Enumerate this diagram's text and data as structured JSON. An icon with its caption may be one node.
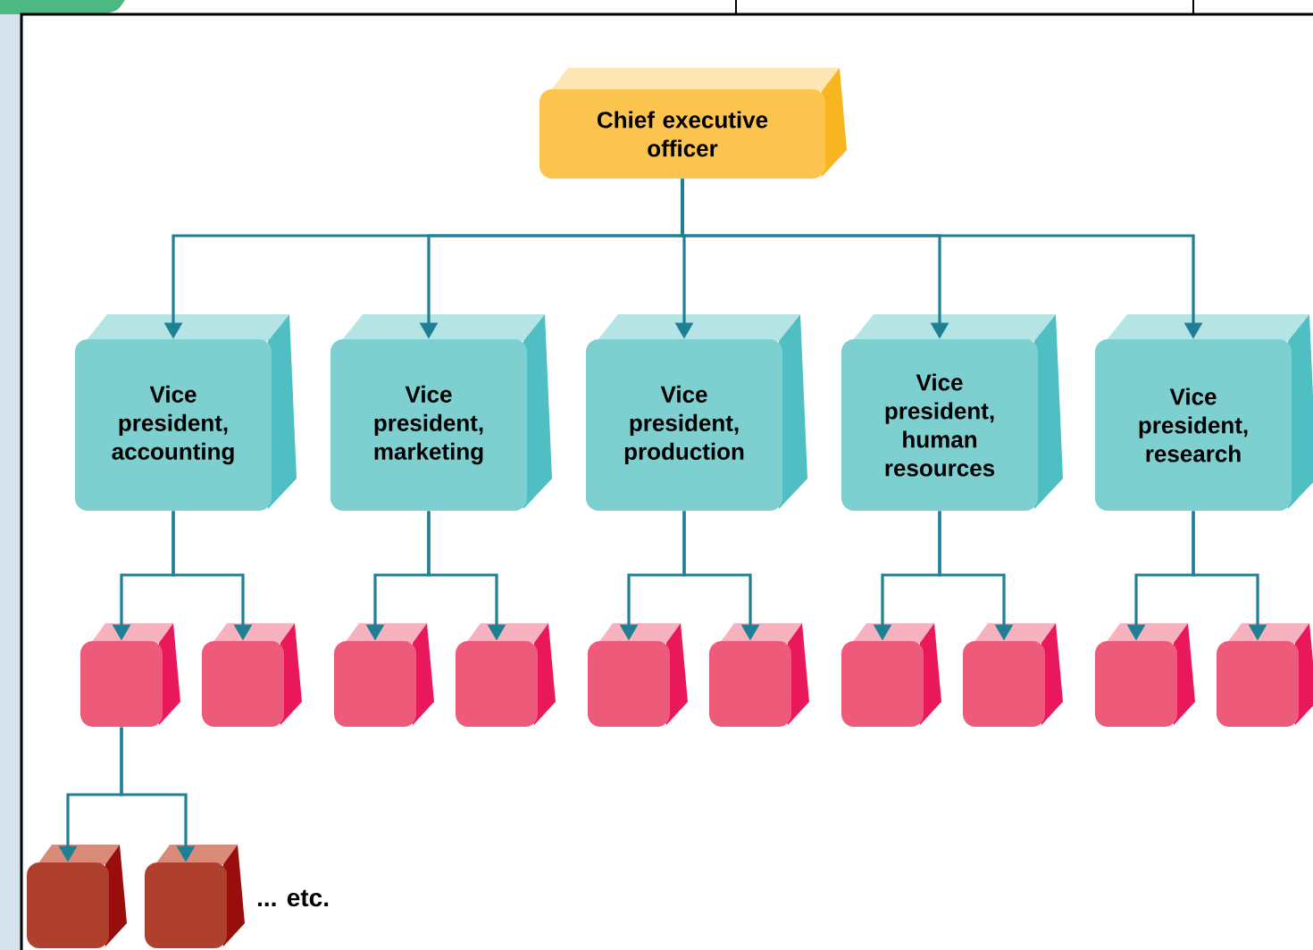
{
  "diagram": {
    "nodes": [
      {
        "text": [
          "Chief executive officer"
        ]
      },
      {
        "text": [
          "Vice president, accounting"
        ]
      },
      {
        "text": [
          "Vice president, marketing"
        ]
      },
      {
        "text": [
          "Vice president, production"
        ]
      },
      {
        "text": [
          "Vice president, human resources"
        ]
      },
      {
        "text": [
          "Vice president, research"
        ]
      },
      {
        "text": [],
        "shape": "box"
      },
      {
        "text": [],
        "shape": "box"
      },
      {
        "text": [],
        "shape": "box"
      },
      {
        "text": [],
        "shape": "box"
      },
      {
        "text": [],
        "shape": "box"
      },
      {
        "text": [],
        "shape": "box"
      },
      {
        "text": [],
        "shape": "box"
      },
      {
        "text": [],
        "shape": "box"
      },
      {
        "text": [],
        "shape": "box"
      },
      {
        "text": [],
        "shape": "box"
      },
      {
        "text": [],
        "shape": "box"
      },
      {
        "text": [],
        "shape": "box"
      }
    ],
    "edges": [
      {
        "from": 0,
        "to": 1,
        "arrow": "to"
      },
      {
        "from": 0,
        "to": 2,
        "arrow": "to"
      },
      {
        "from": 0,
        "to": 3,
        "arrow": "to"
      },
      {
        "from": 0,
        "to": 4,
        "arrow": "to"
      },
      {
        "from": 0,
        "to": 5,
        "arrow": "to"
      },
      {
        "from": 1,
        "to": 6,
        "arrow": "to"
      },
      {
        "from": 1,
        "to": 7,
        "arrow": "to"
      },
      {
        "from": 2,
        "to": 8,
        "arrow": "to"
      },
      {
        "from": 2,
        "to": 9,
        "arrow": "to"
      },
      {
        "from": 3,
        "to": 10,
        "arrow": "to"
      },
      {
        "from": 3,
        "to": 11,
        "arrow": "to"
      },
      {
        "from": 4,
        "to": 12,
        "arrow": "to"
      },
      {
        "from": 4,
        "to": 13,
        "arrow": "to"
      },
      {
        "from": 5,
        "to": 14,
        "arrow": "to"
      },
      {
        "from": 5,
        "to": 15,
        "arrow": "to"
      },
      {
        "from": 6,
        "to": 16,
        "arrow": "to"
      },
      {
        "from": 6,
        "to": 17,
        "arrow": "to"
      }
    ],
    "labels": [
      "... etc."
    ]
  }
}
